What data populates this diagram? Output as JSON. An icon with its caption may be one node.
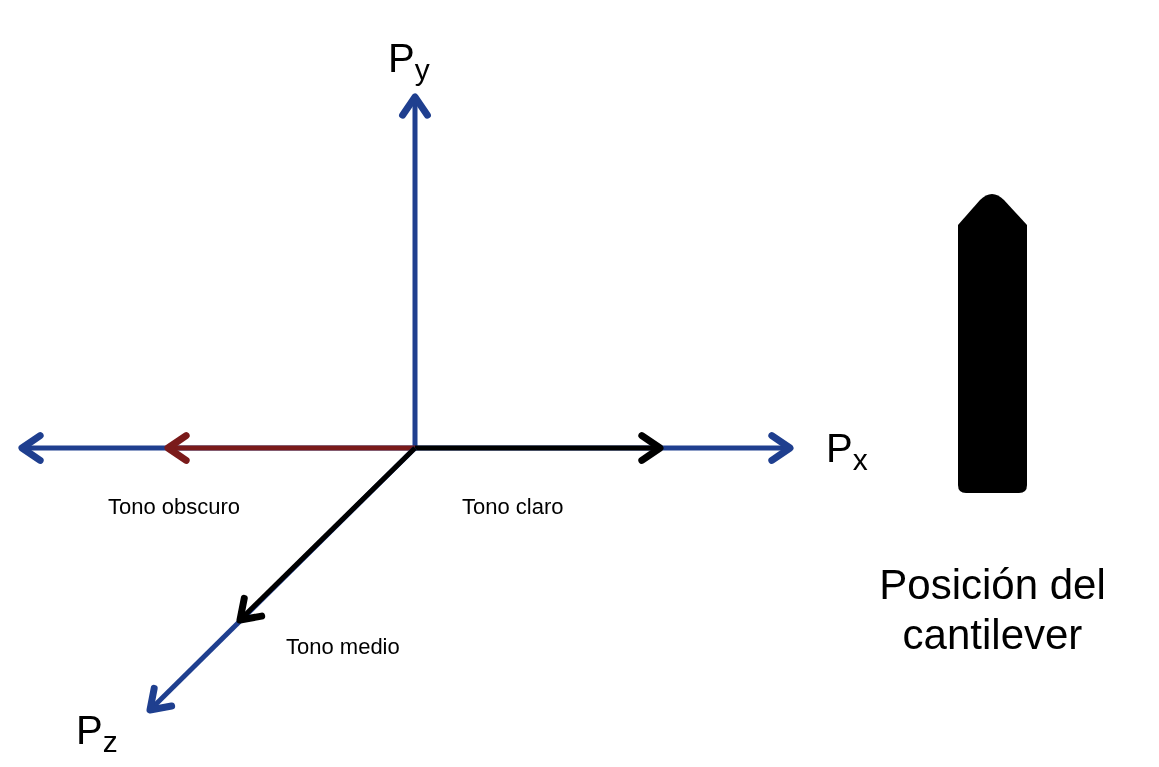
{
  "diagram": {
    "labels": [
      "P$_{y}$",
      "P$_{x}$",
      "Tono obscuro",
      "Tono claro",
      "Tono medio",
      "Posición del cantilever",
      "P$_{z}$"
    ]
  }
}
